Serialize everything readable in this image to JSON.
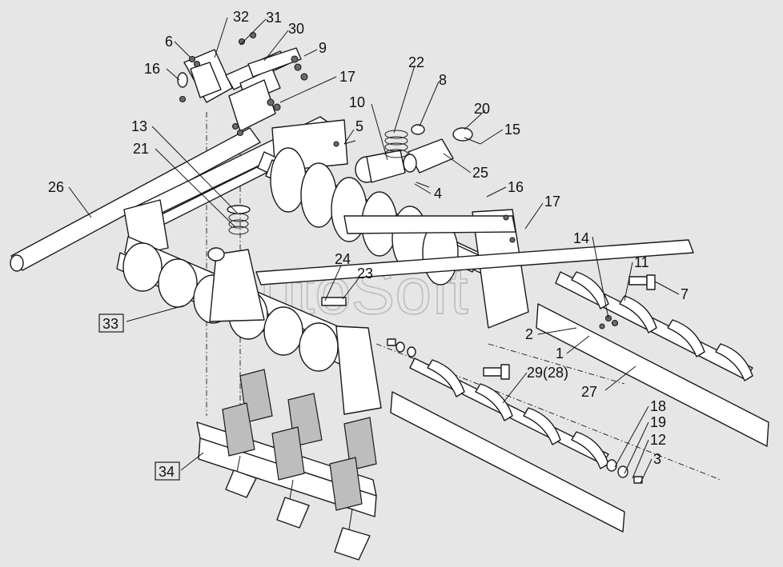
{
  "watermark": "AutoSoft",
  "callouts": [
    {
      "id": "c32",
      "text": "32",
      "boxed": false
    },
    {
      "id": "c31",
      "text": "31",
      "boxed": false
    },
    {
      "id": "c30",
      "text": "30",
      "boxed": false
    },
    {
      "id": "c6",
      "text": "6",
      "boxed": false
    },
    {
      "id": "c9",
      "text": "9",
      "boxed": false
    },
    {
      "id": "c16a",
      "text": "16",
      "boxed": false
    },
    {
      "id": "c17a",
      "text": "17",
      "boxed": false
    },
    {
      "id": "c22",
      "text": "22",
      "boxed": false
    },
    {
      "id": "c8",
      "text": "8",
      "boxed": false
    },
    {
      "id": "c10",
      "text": "10",
      "boxed": false
    },
    {
      "id": "c20",
      "text": "20",
      "boxed": false
    },
    {
      "id": "c15",
      "text": "15",
      "boxed": false
    },
    {
      "id": "c13",
      "text": "13",
      "boxed": false
    },
    {
      "id": "c5",
      "text": "5",
      "boxed": false
    },
    {
      "id": "c21",
      "text": "21",
      "boxed": false
    },
    {
      "id": "c25",
      "text": "25",
      "boxed": false
    },
    {
      "id": "c26",
      "text": "26",
      "boxed": false
    },
    {
      "id": "c4",
      "text": "4",
      "boxed": false
    },
    {
      "id": "c16b",
      "text": "16",
      "boxed": false
    },
    {
      "id": "c17b",
      "text": "17",
      "boxed": false
    },
    {
      "id": "c14",
      "text": "14",
      "boxed": false
    },
    {
      "id": "c24",
      "text": "24",
      "boxed": false
    },
    {
      "id": "c11",
      "text": "11",
      "boxed": false
    },
    {
      "id": "c23",
      "text": "23",
      "boxed": false
    },
    {
      "id": "c7",
      "text": "7",
      "boxed": false
    },
    {
      "id": "c33",
      "text": "33",
      "boxed": true
    },
    {
      "id": "c2",
      "text": "2",
      "boxed": false
    },
    {
      "id": "c1",
      "text": "1",
      "boxed": false
    },
    {
      "id": "c29",
      "text": "29(28)",
      "boxed": false
    },
    {
      "id": "c27",
      "text": "27",
      "boxed": false
    },
    {
      "id": "c18",
      "text": "18",
      "boxed": false
    },
    {
      "id": "c19",
      "text": "19",
      "boxed": false
    },
    {
      "id": "c12",
      "text": "12",
      "boxed": false
    },
    {
      "id": "c3",
      "text": "3",
      "boxed": false
    },
    {
      "id": "c34",
      "text": "34",
      "boxed": true
    }
  ]
}
